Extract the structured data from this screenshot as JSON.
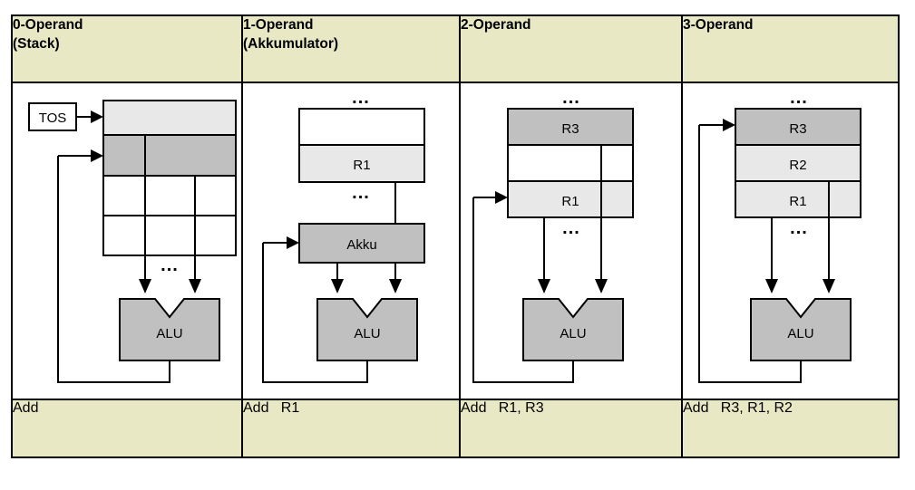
{
  "table": {
    "columns": [
      {
        "id": "col-0-operand",
        "header_line1": "0-Operand",
        "header_line2": "(Stack)",
        "footer": "Add",
        "diagram": {
          "kind": "stack",
          "tos_label": "TOS",
          "alu_label": "ALU",
          "dots": "...",
          "cells": [
            {
              "label": "",
              "fill": "#e8e8e8"
            },
            {
              "label": "",
              "fill": "#c0c0c0"
            },
            {
              "label": "",
              "fill": "#ffffff"
            },
            {
              "label": "",
              "fill": "#ffffff"
            }
          ]
        }
      },
      {
        "id": "col-1-operand",
        "header_line1": "1-Operand",
        "header_line2": "(Akkumulator)",
        "footer": "Add   R1",
        "diagram": {
          "kind": "accumulator",
          "accumulator_label": "Akku",
          "alu_label": "ALU",
          "dots": "...",
          "cells": [
            {
              "label": "",
              "fill": "#ffffff"
            },
            {
              "label": "R1",
              "fill": "#e8e8e8"
            }
          ]
        }
      },
      {
        "id": "col-2-operand",
        "header_line1": "2-Operand",
        "header_line2": "",
        "footer": "Add   R1, R3",
        "diagram": {
          "kind": "registers",
          "alu_label": "ALU",
          "dots": "...",
          "cells": [
            {
              "label": "R3",
              "fill": "#c0c0c0"
            },
            {
              "label": "",
              "fill": "#ffffff"
            },
            {
              "label": "R1",
              "fill": "#e8e8e8"
            }
          ]
        }
      },
      {
        "id": "col-3-operand",
        "header_line1": "3-Operand",
        "header_line2": "",
        "footer": "Add   R3, R1, R2",
        "diagram": {
          "kind": "registers",
          "alu_label": "ALU",
          "dots": "...",
          "cells": [
            {
              "label": "R3",
              "fill": "#c0c0c0"
            },
            {
              "label": "R2",
              "fill": "#e8e8e8"
            },
            {
              "label": "R1",
              "fill": "#e8e8e8"
            }
          ]
        }
      }
    ]
  },
  "colors": {
    "header_bg": "#e8e8c4",
    "footer_bg": "#e8e8c4",
    "border": "#000000",
    "fill_dark": "#c0c0c0",
    "fill_light": "#e8e8e8",
    "fill_white": "#ffffff",
    "page_bg": "#ffffff"
  }
}
